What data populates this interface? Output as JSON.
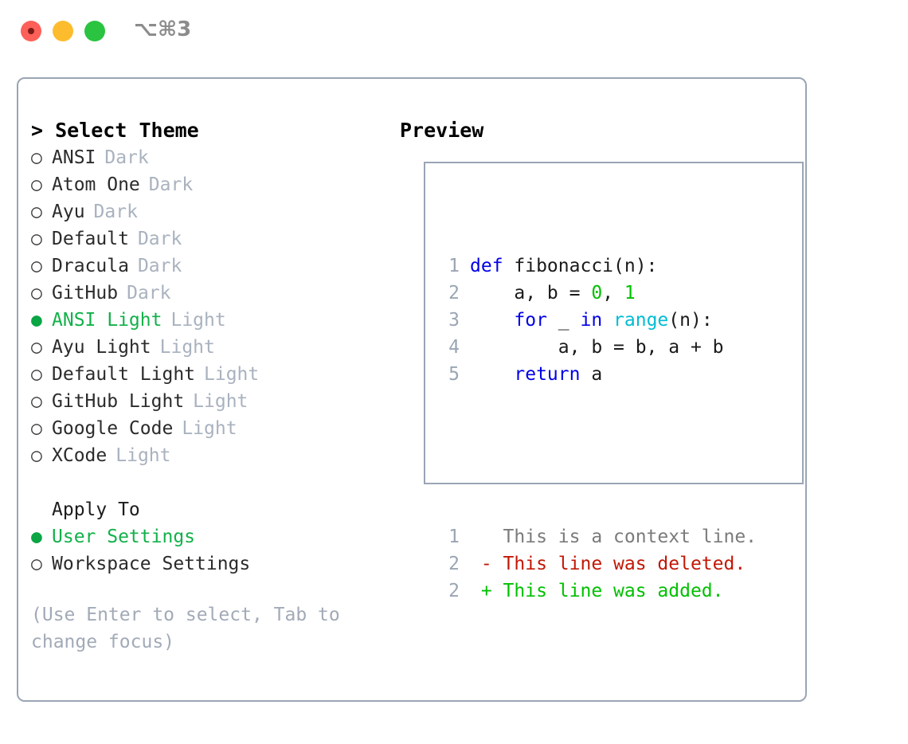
{
  "window": {
    "shortcut_label": "⌥⌘3",
    "traffic_lights": [
      "close",
      "minimize",
      "maximize"
    ]
  },
  "theme_picker": {
    "heading": "> Select Theme",
    "selected_theme": "ANSI Light",
    "items": [
      {
        "bullet": "○",
        "label": "ANSI",
        "tag": "Dark",
        "selected": false
      },
      {
        "bullet": "○",
        "label": "Atom One",
        "tag": "Dark",
        "selected": false
      },
      {
        "bullet": "○",
        "label": "Ayu",
        "tag": "Dark",
        "selected": false
      },
      {
        "bullet": "○",
        "label": "Default",
        "tag": "Dark",
        "selected": false
      },
      {
        "bullet": "○",
        "label": "Dracula",
        "tag": "Dark",
        "selected": false
      },
      {
        "bullet": "○",
        "label": "GitHub",
        "tag": "Dark",
        "selected": false
      },
      {
        "bullet": "●",
        "label": "ANSI Light",
        "tag": "Light",
        "selected": true
      },
      {
        "bullet": "○",
        "label": "Ayu Light",
        "tag": "Light",
        "selected": false
      },
      {
        "bullet": "○",
        "label": "Default Light",
        "tag": "Light",
        "selected": false
      },
      {
        "bullet": "○",
        "label": "GitHub Light",
        "tag": "Light",
        "selected": false
      },
      {
        "bullet": "○",
        "label": "Google Code",
        "tag": "Light",
        "selected": false
      },
      {
        "bullet": "○",
        "label": "XCode",
        "tag": "Light",
        "selected": false
      }
    ]
  },
  "apply_to": {
    "heading": "Apply To",
    "selected_option": "User Settings",
    "items": [
      {
        "bullet": "●",
        "label": "User Settings",
        "selected": true
      },
      {
        "bullet": "○",
        "label": "Workspace Settings",
        "selected": false
      }
    ]
  },
  "hint": "(Use Enter to select, Tab to change focus)",
  "preview": {
    "heading": "Preview",
    "code": [
      {
        "lineno": "1",
        "tokens": [
          {
            "t": "def",
            "c": "kw"
          },
          {
            "t": " fibonacci(n):",
            "c": "plain"
          }
        ]
      },
      {
        "lineno": "2",
        "tokens": [
          {
            "t": "    a, b = ",
            "c": "plain"
          },
          {
            "t": "0",
            "c": "num"
          },
          {
            "t": ", ",
            "c": "plain"
          },
          {
            "t": "1",
            "c": "num"
          }
        ]
      },
      {
        "lineno": "3",
        "tokens": [
          {
            "t": "    ",
            "c": "plain"
          },
          {
            "t": "for",
            "c": "kw"
          },
          {
            "t": " _ ",
            "c": "plain"
          },
          {
            "t": "in",
            "c": "kw"
          },
          {
            "t": " ",
            "c": "plain"
          },
          {
            "t": "range",
            "c": "fn"
          },
          {
            "t": "(n):",
            "c": "plain"
          }
        ]
      },
      {
        "lineno": "4",
        "tokens": [
          {
            "t": "        a, b = b, a + b",
            "c": "plain"
          }
        ]
      },
      {
        "lineno": "5",
        "tokens": [
          {
            "t": "    ",
            "c": "plain"
          },
          {
            "t": "return",
            "c": "kw"
          },
          {
            "t": " a",
            "c": "plain"
          }
        ]
      }
    ],
    "diff": [
      {
        "lineno": "1",
        "marker": " ",
        "text": "This is a context line.",
        "kind": "ctx"
      },
      {
        "lineno": "2",
        "marker": "-",
        "text": "This line was deleted.",
        "kind": "del"
      },
      {
        "lineno": "2",
        "marker": "+",
        "text": "This line was added.",
        "kind": "add"
      }
    ]
  },
  "colors": {
    "accent_green": "#12b14a",
    "muted": "#a9b2bf",
    "border": "#9aa5b4",
    "keyword": "#0000e6",
    "function": "#00bcd4",
    "number": "#00c000",
    "diff_deleted": "#c21807",
    "diff_added": "#00c000",
    "diff_context": "#7b7b7b",
    "traffic_close": "#fc6058",
    "traffic_min": "#fdbc2e",
    "traffic_max": "#2ac440"
  }
}
